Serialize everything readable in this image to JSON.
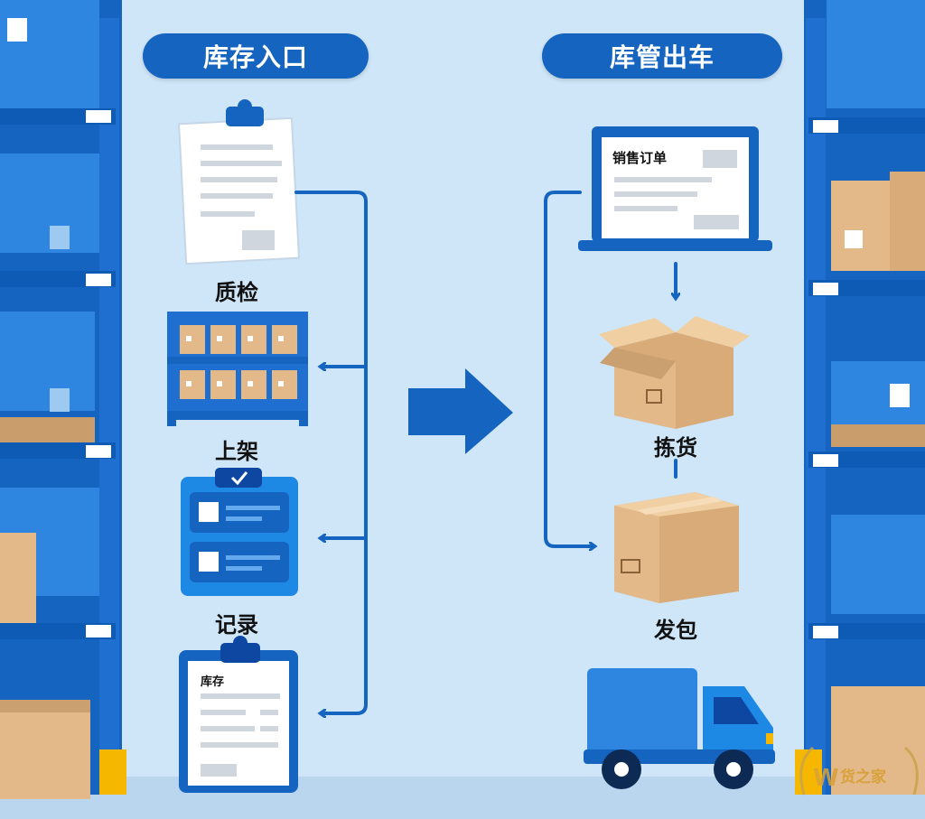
{
  "inbound": {
    "title": "库存入口",
    "steps": [
      "质检",
      "上架",
      "记录"
    ],
    "clipboard_label": "库存"
  },
  "outbound": {
    "title": "库管出车",
    "order_label": "销售订单",
    "steps": [
      "拣货",
      "发包"
    ]
  },
  "watermark": "货之家",
  "colors": {
    "primary": "#1565c0",
    "accent": "#1e88e5",
    "background": "#cfe6f8",
    "box": "#e3b98a"
  }
}
